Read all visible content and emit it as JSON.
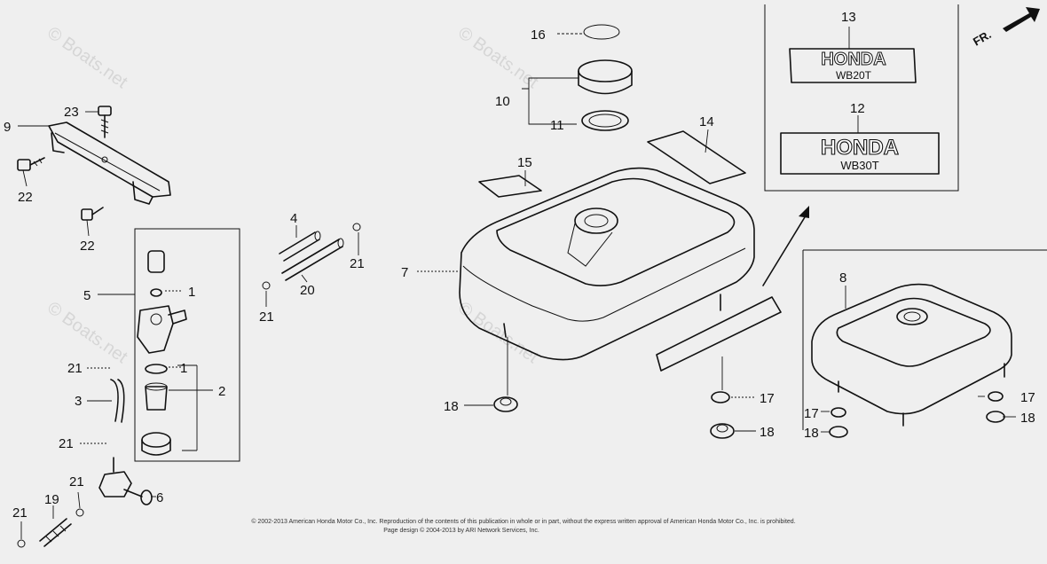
{
  "watermark": "© Boats.net",
  "direction_label": "FR.",
  "decals": {
    "wb20": {
      "brand": "HONDA",
      "model": "WB20T"
    },
    "wb30": {
      "brand": "HONDA",
      "model": "WB30T"
    }
  },
  "callouts": {
    "c1a": "1",
    "c1b": "1",
    "c2": "2",
    "c3": "3",
    "c4": "4",
    "c5": "5",
    "c6": "6",
    "c7": "7",
    "c8": "8",
    "c9": "9",
    "c10": "10",
    "c11": "11",
    "c12": "12",
    "c13": "13",
    "c14": "14",
    "c15": "15",
    "c16": "16",
    "c17a": "17",
    "c17b": "17",
    "c17c": "17",
    "c18a": "18",
    "c18b": "18",
    "c18c": "18",
    "c18d": "18",
    "c19": "19",
    "c20": "20",
    "c21a": "21",
    "c21b": "21",
    "c21c": "21",
    "c21d": "21",
    "c21e": "21",
    "c21f": "21",
    "c22a": "22",
    "c22b": "22",
    "c23": "23"
  },
  "copyright": {
    "line1": "© 2002-2013 American Honda Motor Co., Inc. Reproduction of the contents of this publication in whole or in part, without the express written approval of American Honda Motor Co., Inc. is prohibited.",
    "line2": "Page design © 2004-2013 by ARI Network Services, Inc."
  }
}
